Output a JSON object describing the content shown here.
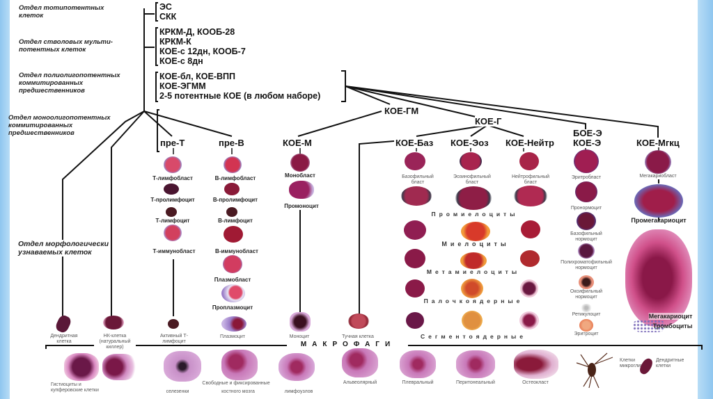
{
  "departments": [
    {
      "id": "totipotent",
      "text": "Отдел тотипотентных клеток"
    },
    {
      "id": "stem-multipotent",
      "text": "Отдел стволовых мульти-потентных клеток"
    },
    {
      "id": "polioligopotent",
      "text": "Отдел полиолигопотентных коммитированных предшественников"
    },
    {
      "id": "monooligopotent",
      "text": "Отдел моноолигопотентных коммитированных предшественников"
    },
    {
      "id": "morphological",
      "text": "Отдел морфологически узнаваемых клеток"
    }
  ],
  "dept_lines": {
    "d0a": "Отдел тотипотентных",
    "d0b": "клеток",
    "d1a": "Отдел стволовых мульти-",
    "d1b": "потентных клеток",
    "d2a": "Отдел полиолигопотентных",
    "d2b": "коммитированных",
    "d2c": "предшественников",
    "d3a": "Отдел моноолигопотентных",
    "d3b": "коммитированных",
    "d3c": "предшественников",
    "d4a": "Отдел морфологически",
    "d4b": "узнаваемых клеток"
  },
  "stages": {
    "totipotent": [
      "ЭС",
      "СКК"
    ],
    "stem": [
      "КРКМ-Д, КООБ-28",
      "КРКМ-К",
      "КОЕ-с 12дн, КООБ-7",
      "КОЕ-с 8дн"
    ],
    "poli": [
      "КОЕ-бл, КОЕ-ВПП",
      "КОЕ-ЭГММ",
      "2-5 потентные КОЕ (в любом наборе)"
    ]
  },
  "nodes": {
    "pre_t": "пре-Т",
    "pre_b": "пре-В",
    "koe_m": "КОЕ-М",
    "koe_gm": "КОЕ-ГМ",
    "koe_g": "КОЕ-Г",
    "koe_baz": "КОЕ-Баз",
    "koe_eoz": "КОЕ-Эоз",
    "koe_neitr": "КОЕ-Нейтр",
    "boe_e": "БОЕ-Э",
    "koe_e": "КОЕ-Э",
    "koe_mgkc": "КОЕ-Мгкц"
  },
  "t_line": [
    "Т-лимфобласт",
    "Т-пролимфоцит",
    "Т-лимфоцит",
    "Т-иммунобласт"
  ],
  "b_line": [
    "В-лимфобласт",
    "В-пролимфоцит",
    "В-лимфоцит",
    "В-иммунобласт",
    "Плазмобласт",
    "Проплазмоцит"
  ],
  "mono_line": [
    "Монобласт",
    "Промоноцит"
  ],
  "granulo_blasts": {
    "baz": "Базофильный бласт",
    "eoz": "Эозинофильный бласт",
    "neitr": "Нейтрофильный бласт"
  },
  "granulo_stages": [
    "Промиелоциты",
    "Миелоциты",
    "Метамиелоциты",
    "Палочкоядерные",
    "Сегментоядерные"
  ],
  "erythro_line": [
    "Эритробласт",
    "Пронормоцит",
    "Базофильный нормоцит",
    "Полихроматофильный нормоцит",
    "Оксифильный нормоцит",
    "Ретикулоцит",
    "Эритроцит"
  ],
  "mega_line": [
    "Мегакариобласт",
    "Промегакариоцит",
    "Мегакариоцит",
    "Тромбоциты"
  ],
  "mature_cells": {
    "dendritic": "Дендритная клетка",
    "nk": "НК-клетка (натуральный киллер)",
    "active_t": "Активный Т-лимфоцит",
    "plasmocyte": "Плазмоцит",
    "monocyte": "Моноцит",
    "mast": "Тучная клетка"
  },
  "macrophages": {
    "title": "МАКРОФАГИ",
    "items": {
      "histio": "Гистиоциты и купферовские клетки",
      "free_fixed": "Свободные и фиксированные",
      "spleen": "селезенки",
      "marrow": "костного мозга",
      "lymph": "лимфоузлов",
      "alveolar": "Альвеолярный",
      "pleural": "Плевральный",
      "peritoneal": "Перитонеальный",
      "osteoclast": "Остеокласт",
      "microglia": "Клетки микроглии",
      "dendritic2": "Дендритные клетки"
    }
  },
  "colors": {
    "line": "#111111",
    "stripe": "#9ccdf2",
    "cell_pink": "#c8325a",
    "cell_dark": "#6a1838",
    "cytoplasm": "#b9a6d8"
  }
}
